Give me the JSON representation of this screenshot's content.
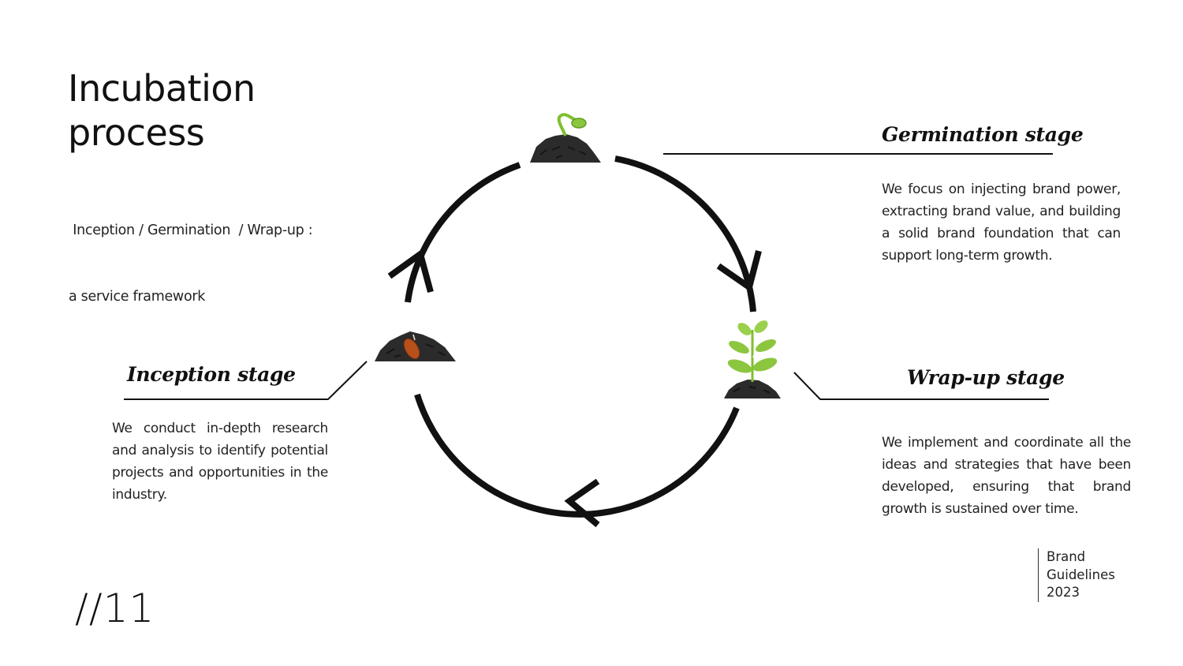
{
  "header": {
    "title_line1": "Incubation",
    "title_line2": "process",
    "subtitle_line1": " Inception / Germination  / Wrap-up :",
    "subtitle_line2": "a service framework"
  },
  "stages": [
    {
      "id": "germination",
      "title": "Germination stage",
      "description": "We focus on injecting brand power, extracting brand value, and building a solid brand foundation that can support long-term growth.",
      "icon": "sprout-in-soil-icon"
    },
    {
      "id": "inception",
      "title": "Inception stage",
      "description": "We conduct in-depth research and analysis to identify potential projects and opportunities in the industry.",
      "icon": "seed-in-soil-icon"
    },
    {
      "id": "wrapup",
      "title": "Wrap-up stage",
      "description": "We implement and coordinate all the ideas and strategies that have been developed, ensuring that brand growth is sustained over time.",
      "icon": "plant-in-soil-icon"
    }
  ],
  "cycle": {
    "direction": "clockwise",
    "order": [
      "Inception",
      "Germination",
      "Wrap-up"
    ]
  },
  "footer": {
    "page_number": "//11",
    "brand_line1": "Brand",
    "brand_line2": "Guidelines",
    "brand_line3": "2023"
  },
  "colors": {
    "ink": "#111111",
    "soil": "#2b2b2b",
    "leaf": "#8cc63f",
    "leaf_dark": "#5e9e1e",
    "seed": "#b8501c"
  }
}
